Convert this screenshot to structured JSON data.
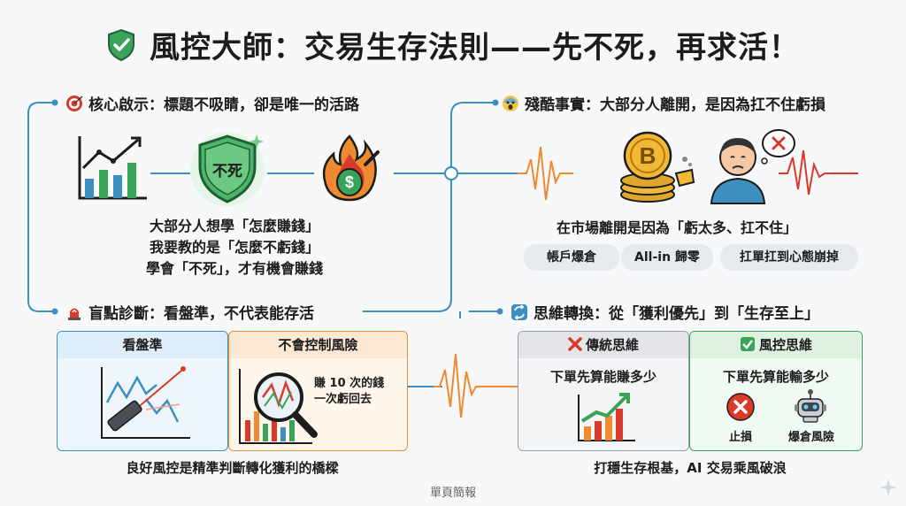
{
  "title": "風控大師：交易生存法則——先不死，再求活！",
  "sections": {
    "core": {
      "heading": "核心啟示：標題不吸睛，卻是唯一的活路",
      "shield_text": "不死",
      "lines": [
        "大部分人想學「怎麼賺錢」",
        "我要教的是「怎麼不虧錢」",
        "學會「不死」，才有機會賺錢"
      ]
    },
    "fact": {
      "heading": "殘酷事實：大部分人離開，是因為扛不住虧損",
      "line": "在市場離開是因為「虧太多、扛不住」",
      "tags": [
        "帳戶爆倉",
        "All-in 歸零",
        "扛單扛到心態崩掉"
      ]
    },
    "diagnosis": {
      "heading": "盲點診斷：看盤準，不代表能存活",
      "left_title": "看盤準",
      "right_title": "不會控制風險",
      "right_note": [
        "賺 10 次的錢",
        "一次虧回去"
      ],
      "caption": "良好風控是精準判斷轉化獲利的橋樑"
    },
    "mindset": {
      "heading": "思維轉換：從「獲利優先」到「生存至上」",
      "left_title": "傳統思維",
      "left_text": "下單先算能賺多少",
      "right_title": "風控思維",
      "right_text": "下單先算能輸多少",
      "icon_labels": [
        "止損",
        "爆倉風險"
      ],
      "caption": "打穩生存根基，AI 交易乘風破浪"
    }
  },
  "footer": "單頁簡報",
  "colors": {
    "line_blue": "#3b8fc1",
    "green": "#3aa35a",
    "red": "#d93a2b",
    "orange": "#ee8a2f",
    "left_panel_blue": "#ddeefa",
    "right_panel_orange": "#fde8d4",
    "trad_gray": "#e3e5e8",
    "risk_green": "#dff2e1"
  }
}
